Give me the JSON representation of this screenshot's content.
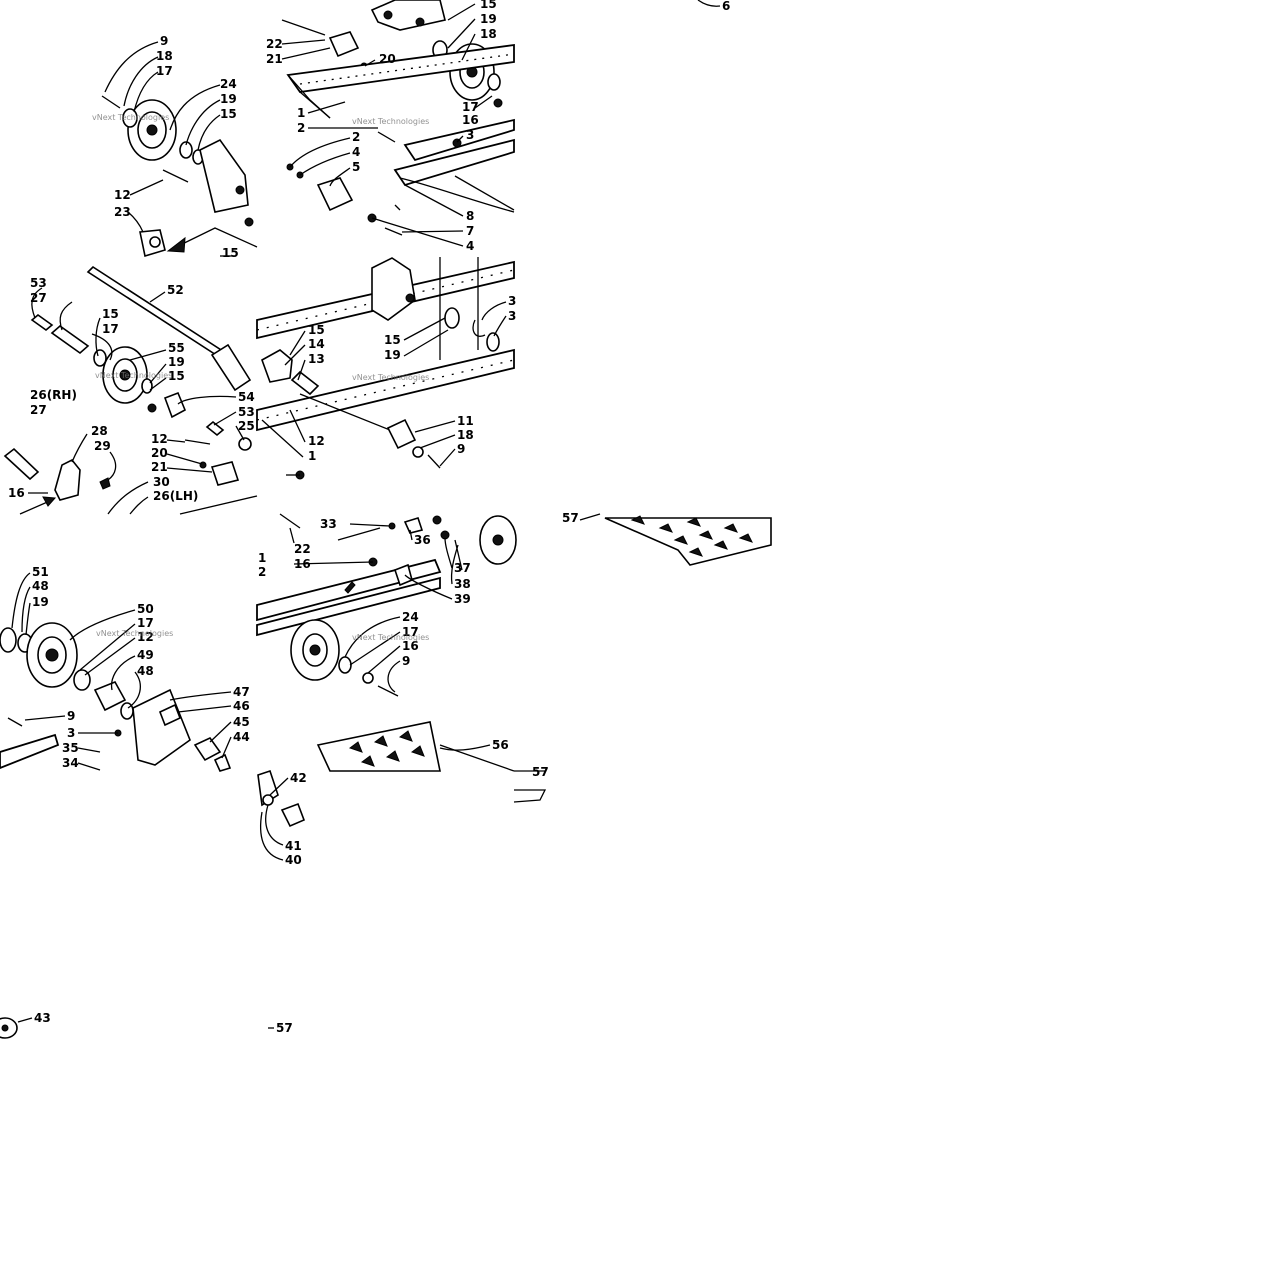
{
  "watermark": "vNext Technologies",
  "tiles": {
    "t1": [
      "9",
      "18",
      "17",
      "24",
      "19",
      "15",
      "12",
      "23",
      "15"
    ],
    "t2": [
      "15",
      "19",
      "18",
      "22",
      "21",
      "20",
      "1",
      "2",
      "3",
      "17",
      "16",
      "2",
      "4",
      "5",
      "8",
      "7",
      "4"
    ],
    "t3": [
      "6"
    ],
    "t4": [
      "53",
      "27",
      "52",
      "15",
      "17",
      "55",
      "19",
      "15",
      "26(RH)",
      "27",
      "54",
      "53",
      "25",
      "12",
      "20",
      "21",
      "28",
      "29",
      "30",
      "26(LH)",
      "16"
    ],
    "t5": [
      "15",
      "14",
      "13",
      "12",
      "1",
      "3",
      "3",
      "15",
      "19",
      "11",
      "18",
      "9"
    ],
    "t6": [
      "51",
      "48",
      "19",
      "50",
      "17",
      "12",
      "49",
      "48",
      "47",
      "46",
      "45",
      "44",
      "9",
      "3",
      "35",
      "34"
    ],
    "t7": [
      "33",
      "22",
      "16",
      "1",
      "2",
      "36",
      "37",
      "38",
      "39",
      "24",
      "17",
      "16",
      "9",
      "56",
      "42",
      "41",
      "40"
    ],
    "t8": [
      "57",
      "57"
    ],
    "t9": [
      "43",
      "57"
    ]
  }
}
